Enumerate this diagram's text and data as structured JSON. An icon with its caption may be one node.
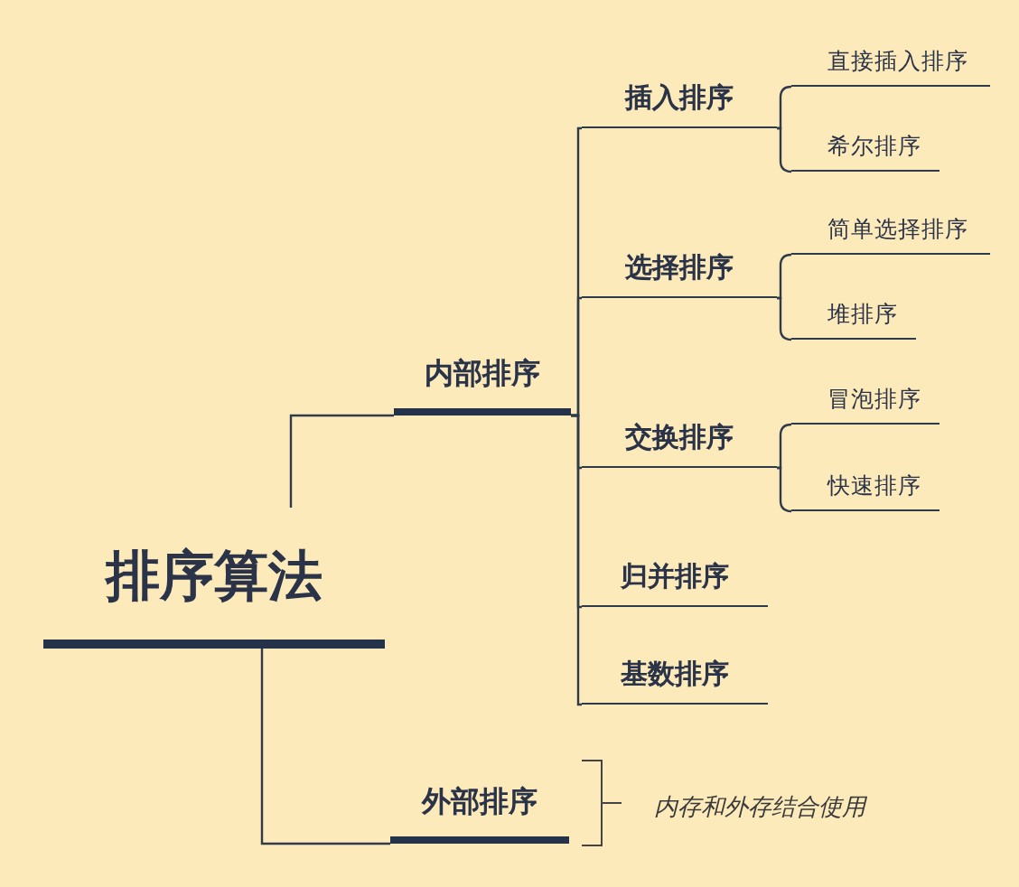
{
  "diagram": {
    "nodes": [
      {
        "text": [
          "排序算法"
        ]
      },
      {
        "text": [
          "内部排序"
        ]
      },
      {
        "text": [
          "插入排序"
        ]
      },
      {
        "text": [
          "直接插入排序"
        ]
      },
      {
        "text": [
          "希尔排序"
        ]
      },
      {
        "text": [
          "选择排序"
        ]
      },
      {
        "text": [
          "简单选择排序"
        ]
      },
      {
        "text": [
          "堆排序"
        ]
      },
      {
        "text": [
          "交换排序"
        ]
      },
      {
        "text": [
          "冒泡排序"
        ]
      },
      {
        "text": [
          "快速排序"
        ]
      },
      {
        "text": [
          "归并排序"
        ]
      },
      {
        "text": [
          "基数排序"
        ]
      },
      {
        "text": [
          "外部排序"
        ],
        "beside": [
          "内存和外存结合使用"
        ]
      }
    ],
    "edges": [
      {
        "from": 0,
        "to": 1,
        "arrow": "none"
      },
      {
        "from": 0,
        "to": 13,
        "arrow": "none"
      },
      {
        "from": 1,
        "to": 2,
        "arrow": "none"
      },
      {
        "from": 1,
        "to": 5,
        "arrow": "none"
      },
      {
        "from": 1,
        "to": 8,
        "arrow": "none"
      },
      {
        "from": 1,
        "to": 11,
        "arrow": "none"
      },
      {
        "from": 1,
        "to": 12,
        "arrow": "none"
      },
      {
        "from": 2,
        "to": 3,
        "arrow": "none"
      },
      {
        "from": 2,
        "to": 4,
        "arrow": "none"
      },
      {
        "from": 5,
        "to": 6,
        "arrow": "none"
      },
      {
        "from": 5,
        "to": 7,
        "arrow": "none"
      },
      {
        "from": 8,
        "to": 9,
        "arrow": "none"
      },
      {
        "from": 8,
        "to": 10,
        "arrow": "none"
      }
    ]
  }
}
